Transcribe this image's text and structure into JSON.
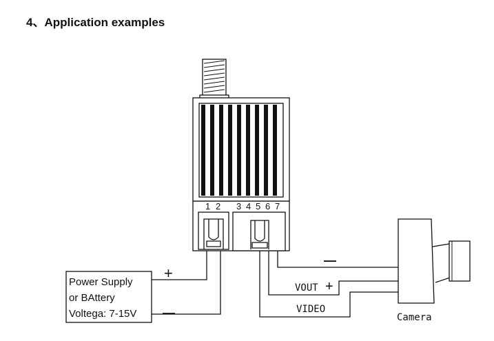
{
  "heading": "4、Application examples",
  "pins": {
    "left": [
      "1",
      "2"
    ],
    "right": [
      "3",
      "4",
      "5",
      "6",
      "7"
    ]
  },
  "power_supply": {
    "lines": [
      "Power Supply",
      "or BAttery",
      "Voltega: 7-15V"
    ],
    "plus": "+",
    "minus": "—"
  },
  "wires": {
    "ground_minus": "—",
    "vout_label": "VOUT",
    "vout_plus": "+",
    "video_label": "VIDEO"
  },
  "camera": {
    "label": "Camera"
  }
}
